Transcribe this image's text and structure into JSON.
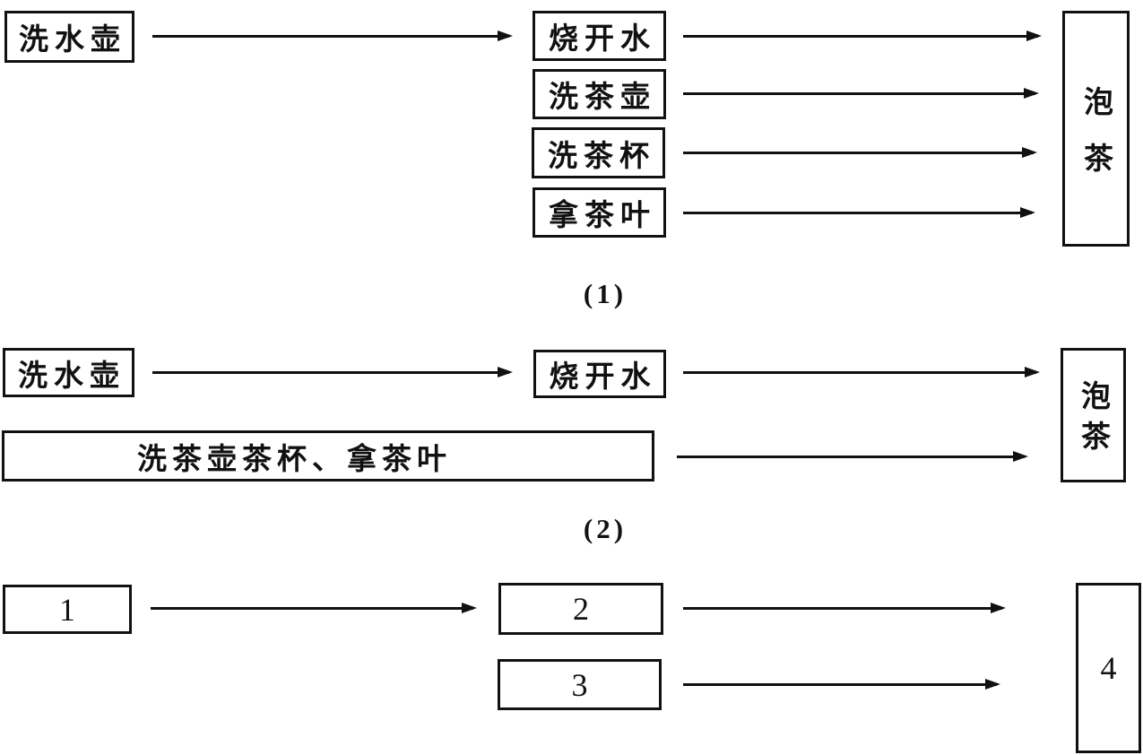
{
  "background": "#ffffff",
  "ink_color": "#111111",
  "figure1": {
    "caption": "(1)",
    "start": "洗水壶",
    "steps": [
      "烧开水",
      "洗茶壶",
      "洗茶杯",
      "拿茶叶"
    ],
    "end": "泡茶"
  },
  "figure2": {
    "caption": "(2)",
    "start": "洗水壶",
    "step": "烧开水",
    "combined": "洗茶壶茶杯、拿茶叶",
    "end": "泡茶"
  },
  "figure3": {
    "box1": "1",
    "box2": "2",
    "box3": "3",
    "box4": "4"
  }
}
